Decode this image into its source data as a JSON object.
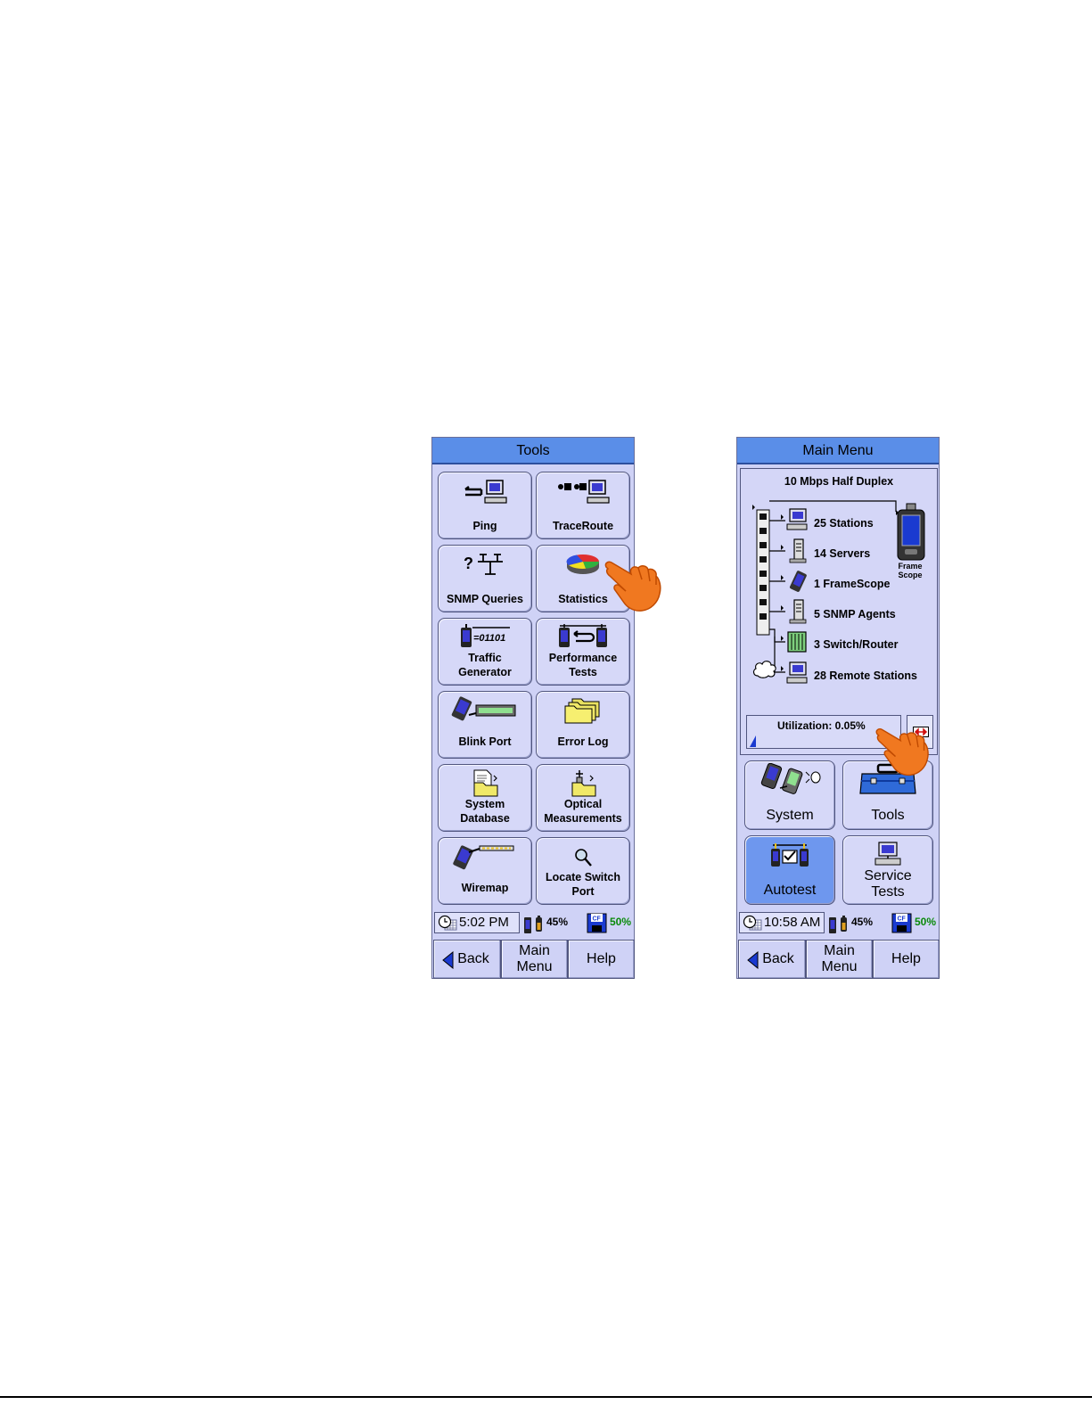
{
  "tools_screen": {
    "title": "Tools",
    "tiles": [
      {
        "label": "Ping",
        "icon": "ping-icon"
      },
      {
        "label": "TraceRoute",
        "icon": "traceroute-icon"
      },
      {
        "label": "SNMP Queries",
        "icon": "snmp-queries-icon"
      },
      {
        "label": "Statistics",
        "icon": "statistics-pie-icon"
      },
      {
        "label_line1": "Traffic",
        "label_line2": "Generator",
        "icon": "traffic-generator-icon",
        "icon_text": "=01101"
      },
      {
        "label_line1": "Performance",
        "label_line2": "Tests",
        "icon": "performance-tests-icon"
      },
      {
        "label": "Blink Port",
        "icon": "blink-port-icon"
      },
      {
        "label": "Error Log",
        "icon": "error-log-folder-icon"
      },
      {
        "label_line1": "System",
        "label_line2": "Database",
        "icon": "system-database-icon"
      },
      {
        "label_line1": "Optical",
        "label_line2": "Measurements",
        "icon": "optical-measurements-icon"
      },
      {
        "label": "Wiremap",
        "icon": "wiremap-icon"
      },
      {
        "label_line1": "Locate Switch",
        "label_line2": "Port",
        "icon": "magnifier-icon"
      }
    ],
    "status": {
      "time": "5:02 PM",
      "battery": "45%",
      "storage": "50%",
      "storage_tag": "CF"
    },
    "nav": {
      "back": "Back",
      "main_line1": "Main",
      "main_line2": "Menu",
      "help": "Help"
    }
  },
  "main_screen": {
    "title": "Main Menu",
    "link_status": "10 Mbps Half Duplex",
    "network_items": [
      {
        "label": "25 Stations",
        "icon": "station-icon"
      },
      {
        "label": "14 Servers",
        "icon": "server-icon"
      },
      {
        "label": "1 FrameScope",
        "icon": "framescope-small-icon"
      },
      {
        "label": "5 SNMP Agents",
        "icon": "snmp-agent-icon"
      },
      {
        "label": "3 Switch/Router",
        "icon": "switch-router-icon"
      },
      {
        "label": "28 Remote Stations",
        "icon": "remote-station-icon"
      }
    ],
    "device_label_line1": "Frame",
    "device_label_line2": "Scope",
    "utilization_label": "Utilization: 0.05%",
    "tiles": [
      {
        "label": "System",
        "icon": "system-icon"
      },
      {
        "label": "Tools",
        "icon": "toolbox-icon"
      },
      {
        "label": "Autotest",
        "icon": "autotest-icon",
        "selected": true
      },
      {
        "label_line1": "Service",
        "label_line2": "Tests",
        "icon": "service-tests-icon"
      }
    ],
    "status": {
      "time": "10:58 AM",
      "battery": "45%",
      "storage": "50%",
      "storage_tag": "CF"
    },
    "nav": {
      "back": "Back",
      "main_line1": "Main",
      "main_line2": "Menu",
      "help": "Help"
    }
  },
  "colors": {
    "screen_bg": "#cfd2f6",
    "title_bar": "#5a8ee8",
    "selected_tile": "#6e97ee",
    "hand": "#f07820",
    "storage_text": "#0a8a0a"
  }
}
